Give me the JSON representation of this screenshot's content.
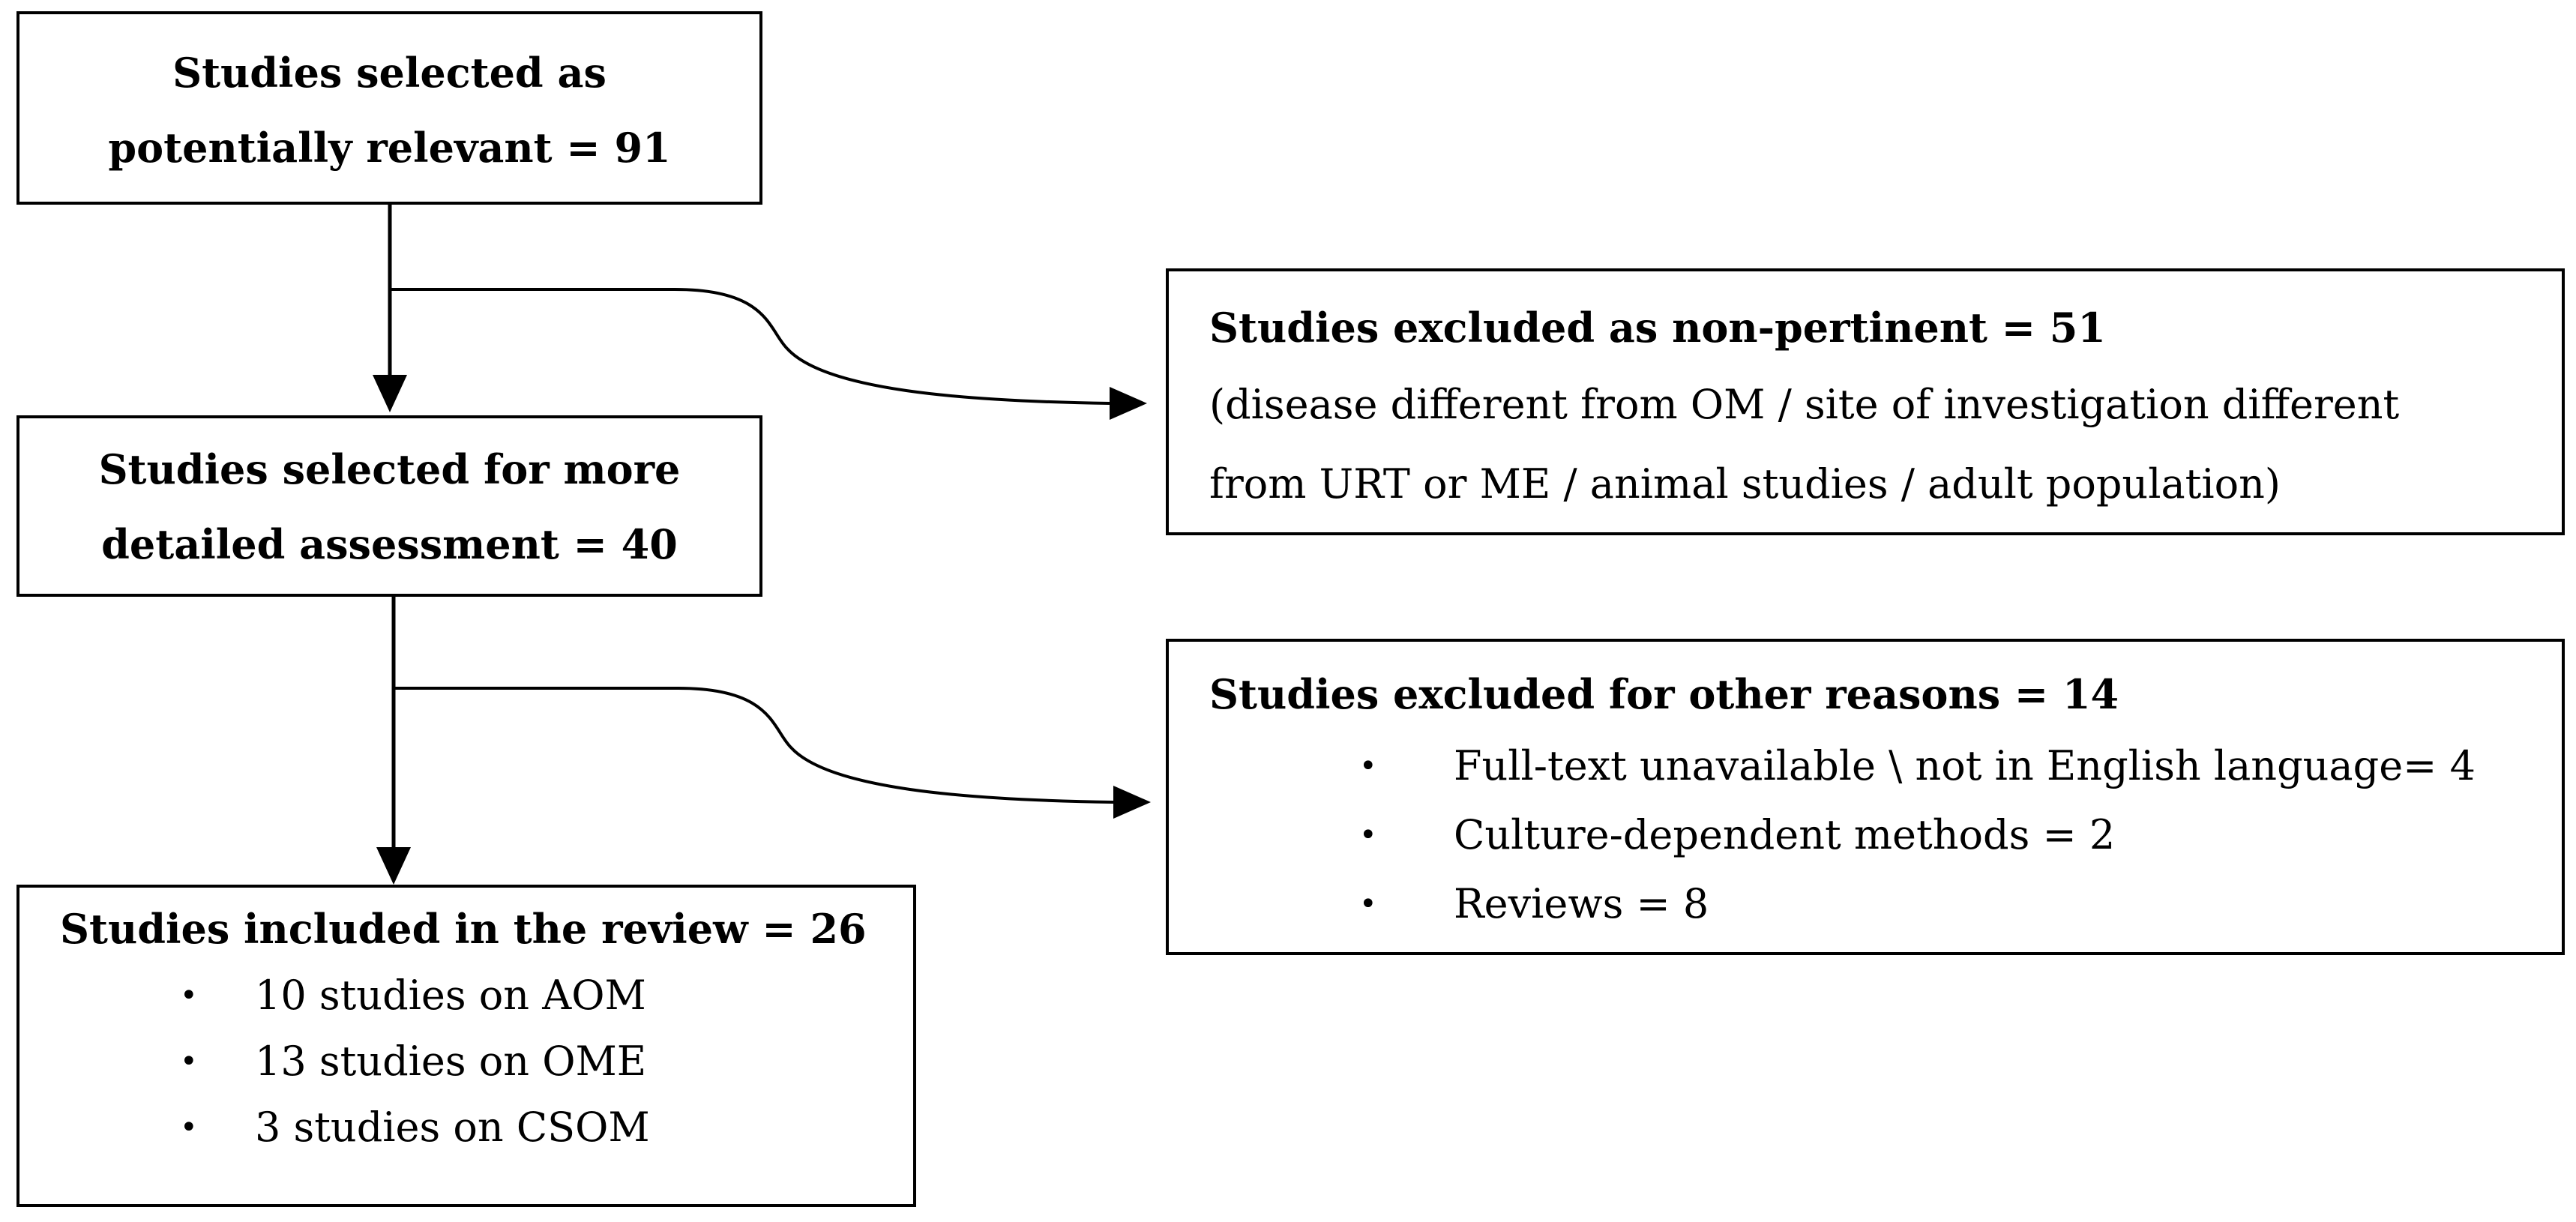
{
  "boxes": {
    "potentially_relevant": {
      "lines": [
        "Studies selected as",
        "potentially relevant = 91"
      ]
    },
    "detailed_assessment": {
      "lines": [
        "Studies selected for more",
        "detailed assessment = 40"
      ]
    },
    "included": {
      "title": "Studies included in the review = 26",
      "items": [
        "10 studies on AOM",
        "13 studies on OME",
        "3  studies on CSOM"
      ]
    },
    "excluded_non_pertinent": {
      "title": "Studies excluded as non-pertinent =  51",
      "detail_lines": [
        "(disease different from OM / site of investigation different",
        "from URT or ME / animal studies / adult population)"
      ]
    },
    "excluded_other": {
      "title": "Studies excluded for other reasons = 14",
      "items": [
        "Full-text unavailable \\ not in English language= 4",
        "Culture-dependent methods = 2",
        "Reviews =  8"
      ]
    }
  },
  "bullet_glyph": "•"
}
